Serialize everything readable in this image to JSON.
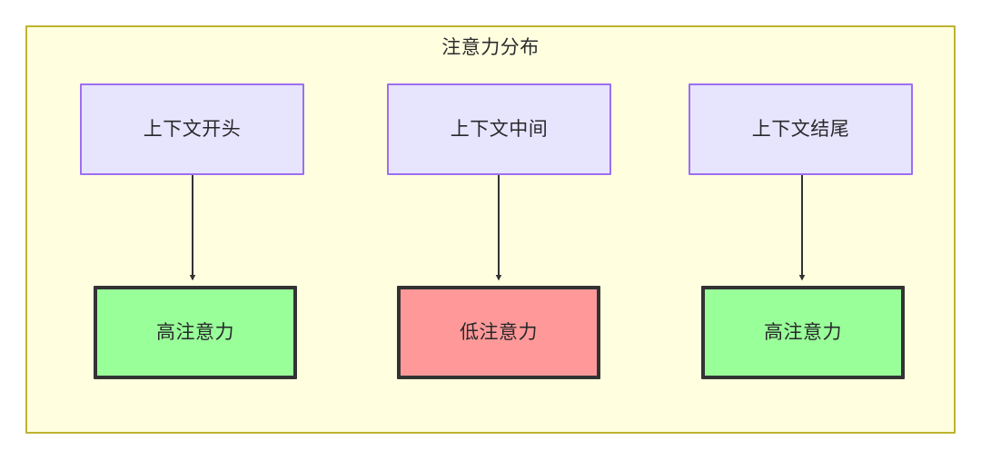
{
  "diagram": {
    "title": "注意力分布",
    "type": "flowchart",
    "container": {
      "background_color": "#ffffe0",
      "border_color": "#bdb330"
    },
    "columns": [
      {
        "id": "col1",
        "source": {
          "label": "上下文开头",
          "fill_color": "#e7e4fd",
          "border_color": "#9d6ff0"
        },
        "target": {
          "label": "高注意力",
          "fill_color": "#99ff99",
          "border_color": "#333333"
        },
        "edge": {
          "direction": "down",
          "color": "#333333"
        }
      },
      {
        "id": "col2",
        "source": {
          "label": "上下文中间",
          "fill_color": "#e7e4fd",
          "border_color": "#9d6ff0"
        },
        "target": {
          "label": "低注意力",
          "fill_color": "#ff9999",
          "border_color": "#333333"
        },
        "edge": {
          "direction": "down",
          "color": "#333333"
        }
      },
      {
        "id": "col3",
        "source": {
          "label": "上下文结尾",
          "fill_color": "#e7e4fd",
          "border_color": "#9d6ff0"
        },
        "target": {
          "label": "高注意力",
          "fill_color": "#99ff99",
          "border_color": "#333333"
        },
        "edge": {
          "direction": "down",
          "color": "#333333"
        }
      }
    ]
  }
}
